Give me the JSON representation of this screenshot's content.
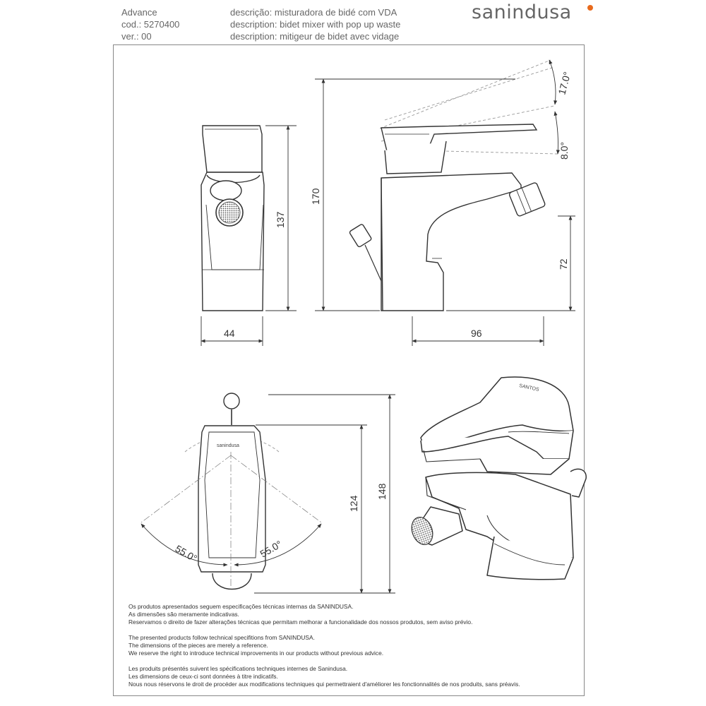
{
  "header": {
    "line_name": "Advance",
    "code": "cod.: 5270400",
    "version": "ver.: 00",
    "desc_pt": "descrição: misturadora de bidé com VDA",
    "desc_en": "description: bidet mixer with pop up waste",
    "desc_fr": "description: mitigeur de bidet avec vidage"
  },
  "brand": {
    "logo_text": "sanindusa",
    "accent_color": "#e86a1c"
  },
  "dimensions": {
    "width_front": "44",
    "height_front": "137",
    "height_total": "170",
    "height_spout": "72",
    "projection": "96",
    "handle_up_angle": "17.0°",
    "handle_down_angle": "8.0°",
    "rotation_left": "55.0°",
    "rotation_right": "55.0°",
    "depth_inner": "124",
    "depth_total": "148"
  },
  "product_labels": {
    "top_view_mark": "sanindusa",
    "perspective_mark": "SANTOS"
  },
  "notes": {
    "pt": [
      "Os produtos apresentados seguem especificações técnicas internas da SANINDUSA.",
      "As dimensões são meramente indicativas.",
      "Reservamos o direito de fazer alterações técnicas que permitam melhorar a funcionalidade dos nossos produtos, sem aviso prévio."
    ],
    "en": [
      "The presented products follow technical specifitions from SANINDUSA.",
      "The dimensions of the pieces are merely a reference.",
      "We reserve the right to introduce technical improvements in our products without previous advice."
    ],
    "fr": [
      "Les produits présentés suivent les spécifications techniques internes de Sanindusa.",
      "Les dimensions de ceux-ci sont données à titre indicatifs.",
      "Nous nous réservons le droit de procéder aux modifications techniques qui permettraient d'améliorer les fonctionnalités de nos produits, sans préavis."
    ]
  }
}
